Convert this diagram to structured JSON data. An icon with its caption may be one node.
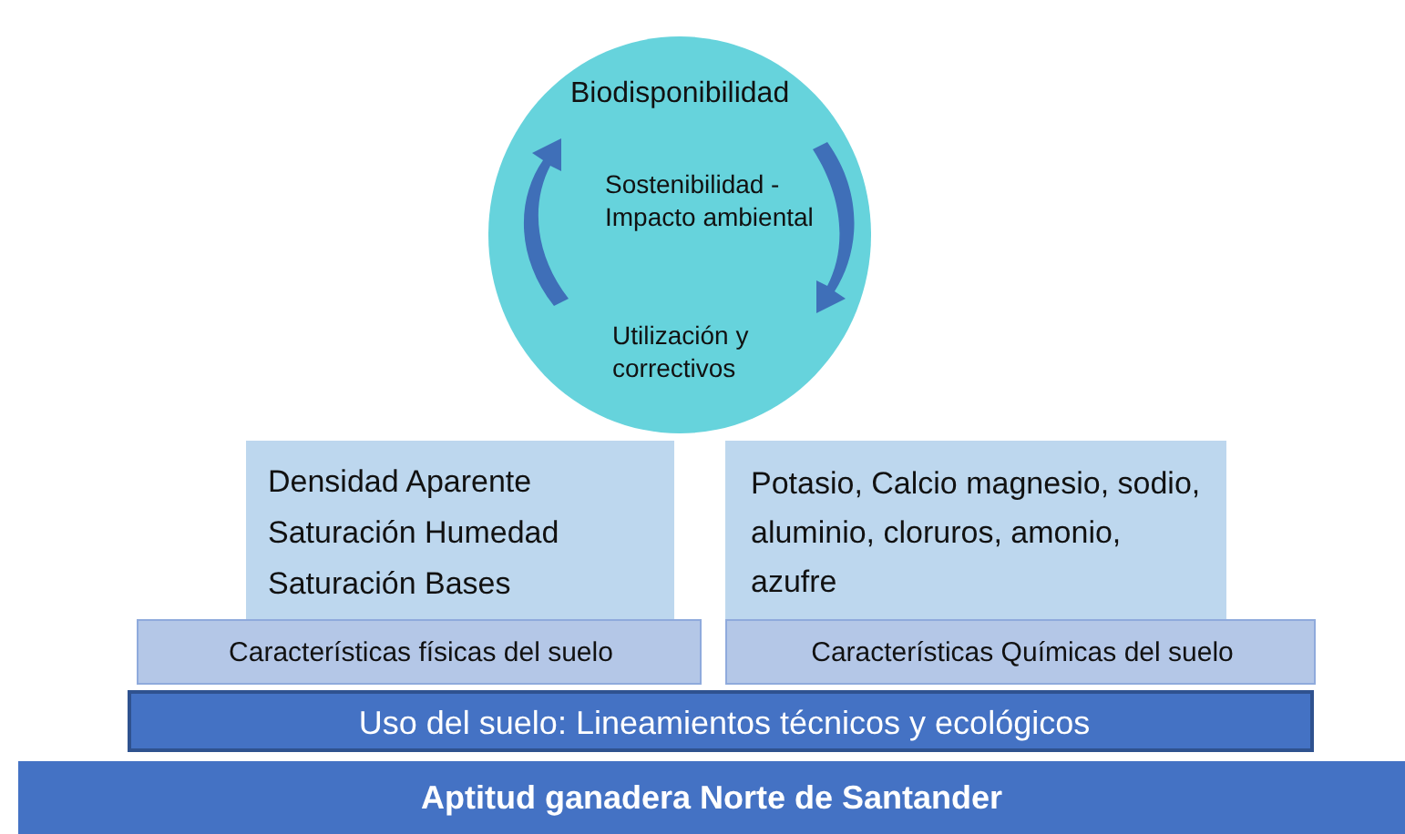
{
  "diagram": {
    "nodes": [
      {
        "text": [
          "Biodisponibilidad",
          "Sostenibilidad -Impacto ambiental",
          "Utilización y correctivos"
        ]
      },
      {
        "text": [
          "Densidad Aparente",
          "Saturación Humedad",
          "Saturación Bases"
        ]
      },
      {
        "text": [
          "Potasio, Calcio magnesio, sodio, aluminio, cloruros, amonio, azufre"
        ]
      },
      {
        "text": [
          "Características físicas del suelo"
        ]
      },
      {
        "text": [
          "Características Químicas del suelo"
        ]
      },
      {
        "text": [
          "Uso del suelo: Lineamientos técnicos y ecológicos"
        ]
      },
      {
        "text": [
          "Aptitud ganadera Norte de Santander"
        ]
      }
    ]
  }
}
